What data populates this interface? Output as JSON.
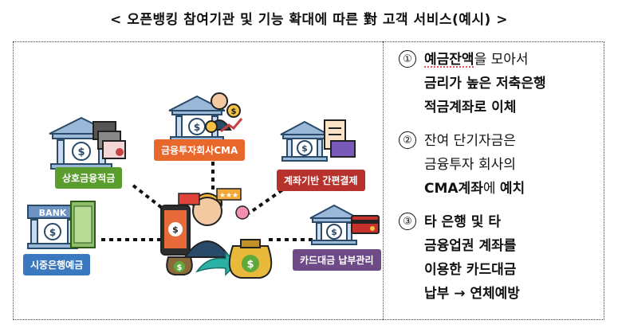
{
  "title": "< 오픈뱅킹 참여기관 및 기능 확대에 따른 對 고객 서비스(예시) >",
  "illustration": {
    "labels": {
      "mutual": "상호금융적금",
      "cma": "금융투자회사CMA",
      "payment": "계좌기반 간편결제",
      "bank": "시중은행예금",
      "card": "카드대금 납부관리"
    },
    "bank_sign": "BANK",
    "colors": {
      "green": "#5a9c2e",
      "orange": "#e8672b",
      "red": "#b7322c",
      "blue": "#3a78c0",
      "purple": "#6e4a86"
    }
  },
  "items": [
    {
      "number": "①",
      "parts": [
        {
          "a": "예금잔액",
          "b": "을 모아서"
        },
        {
          "a": "금리가 높은 저축은행",
          "b": ""
        },
        {
          "a": "적금계좌로 이체",
          "b": ""
        }
      ]
    },
    {
      "number": "②",
      "parts": [
        {
          "a": "",
          "b": "잔여 단기자금은"
        },
        {
          "a": "",
          "b": "금융투자 회사의"
        },
        {
          "a": "CMA계좌",
          "b": "에 ",
          "c": "예치"
        }
      ]
    },
    {
      "number": "③",
      "parts": [
        {
          "a": "타 은행 및 타",
          "b": ""
        },
        {
          "a": "금융업권 계좌를",
          "b": ""
        },
        {
          "a": "이용한 카드대금",
          "b": ""
        },
        {
          "a": "납부 → 연체예방",
          "b": ""
        }
      ]
    }
  ]
}
